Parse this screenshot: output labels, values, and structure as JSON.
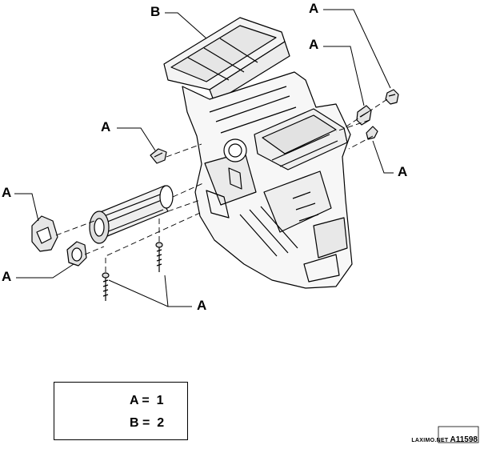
{
  "callouts": {
    "b_top": "B",
    "a_top_right": "A",
    "a_upper_mid_right": "A",
    "a_left_mid": "A",
    "a_right": "A",
    "a_left_upper": "A",
    "a_left_lower": "A",
    "a_bottom": "A"
  },
  "legend": {
    "line_a": "A =  1",
    "line_b": "B =  2"
  },
  "footer": {
    "watermark": "LAXIMO.NET",
    "code": "A11598"
  }
}
